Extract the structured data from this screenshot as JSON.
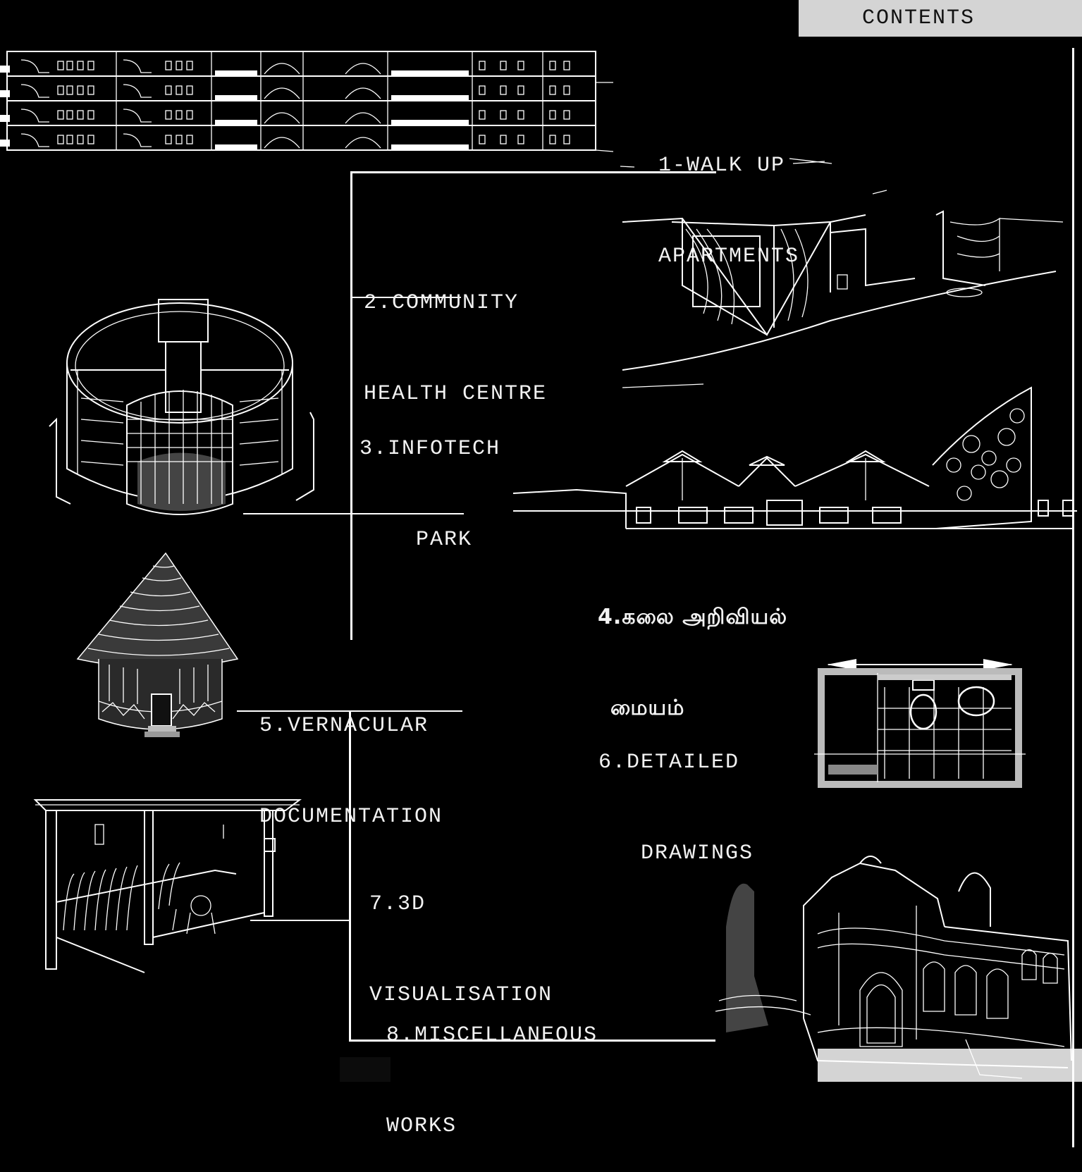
{
  "header": {
    "title": "CONTENTS"
  },
  "toc": [
    {
      "line1": "1-WALK UP",
      "line2": "APARTMENTS"
    },
    {
      "line1": "2.COMMUNITY",
      "line2": "HEALTH CENTRE"
    },
    {
      "line1": "3.INFOTECH",
      "line2": "    PARK"
    },
    {
      "line1": "4.கலை அறிவியல்",
      "line2": "மையம்"
    },
    {
      "line1": "5.VERNACULAR",
      "line2": "DOCUMENTATION"
    },
    {
      "line1": "6.DETAILED",
      "line2": "   DRAWINGS"
    },
    {
      "line1": "7.3D",
      "line2": "VISUALISATION"
    },
    {
      "line1": "8.MISCELLANEOUS",
      "line2": "WORKS"
    }
  ],
  "colors": {
    "background": "#000000",
    "ink": "#ffffff",
    "panel": "#d4d4d4"
  }
}
